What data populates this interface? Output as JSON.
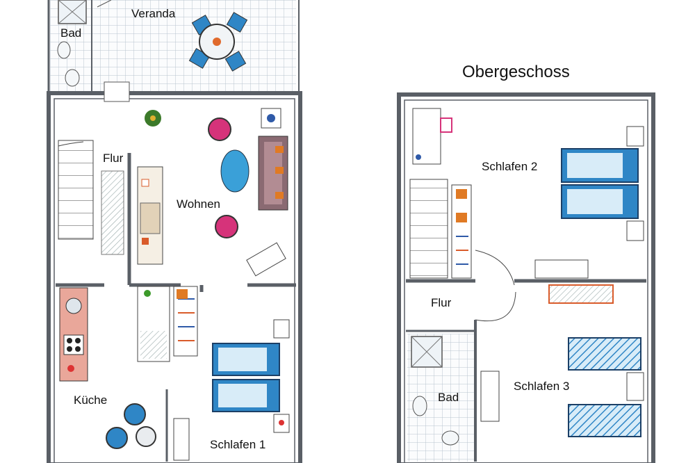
{
  "floors": {
    "ground": {
      "rooms": {
        "bad": "Bad",
        "veranda": "Veranda",
        "flur": "Flur",
        "wohnen": "Wohnen",
        "kueche": "Küche",
        "schlafen1": "Schlafen 1"
      }
    },
    "upper": {
      "title": "Obergeschoss",
      "rooms": {
        "schlafen2": "Schlafen 2",
        "flur": "Flur",
        "bad": "Bad",
        "schlafen3": "Schlafen 3"
      }
    }
  },
  "colors": {
    "wall": "#5a5f66",
    "tile": "#b8c4d0",
    "bed": "#2f86c6",
    "chair": "#d6337a",
    "sofa": "#8a6a72",
    "kitchen": "#e9a79a",
    "table": "#3aa0d8"
  }
}
